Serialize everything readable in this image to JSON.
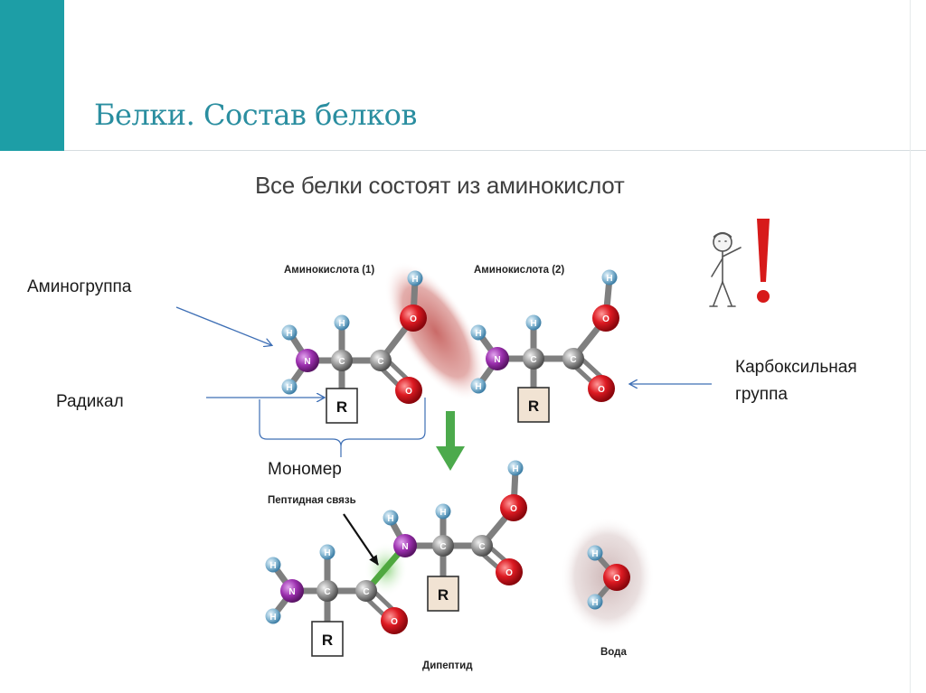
{
  "slide": {
    "title": "Белки. Состав белков",
    "subtitle": "Все белки состоят из аминокислот"
  },
  "labels": {
    "amino_group": "Аминогруппа",
    "radical": "Радикал",
    "carboxyl_line1": "Карбоксильная",
    "carboxyl_line2": "группа",
    "monomer": "Мономер"
  },
  "diagram": {
    "amino_acid_1": "Аминокислота (1)",
    "amino_acid_2": "Аминокислота (2)",
    "peptide_bond": "Пептидная связь",
    "dipeptide": "Дипептид",
    "water": "Вода",
    "atoms": {
      "hydrogen": "H",
      "nitrogen": "N",
      "carbon": "C",
      "oxygen": "O",
      "radical": "R"
    },
    "colors": {
      "hydrogen": "#6fa8c8",
      "nitrogen": "#8b2a9a",
      "carbon": "#8a8a8a",
      "oxygen": "#d0141c",
      "radical_box": "#f1e3d3",
      "arrow_down": "#4caa4c",
      "pointer_line": "#3e6fb5"
    }
  },
  "colors": {
    "accent": "#1d9ea6",
    "title": "#2a8ea0"
  }
}
